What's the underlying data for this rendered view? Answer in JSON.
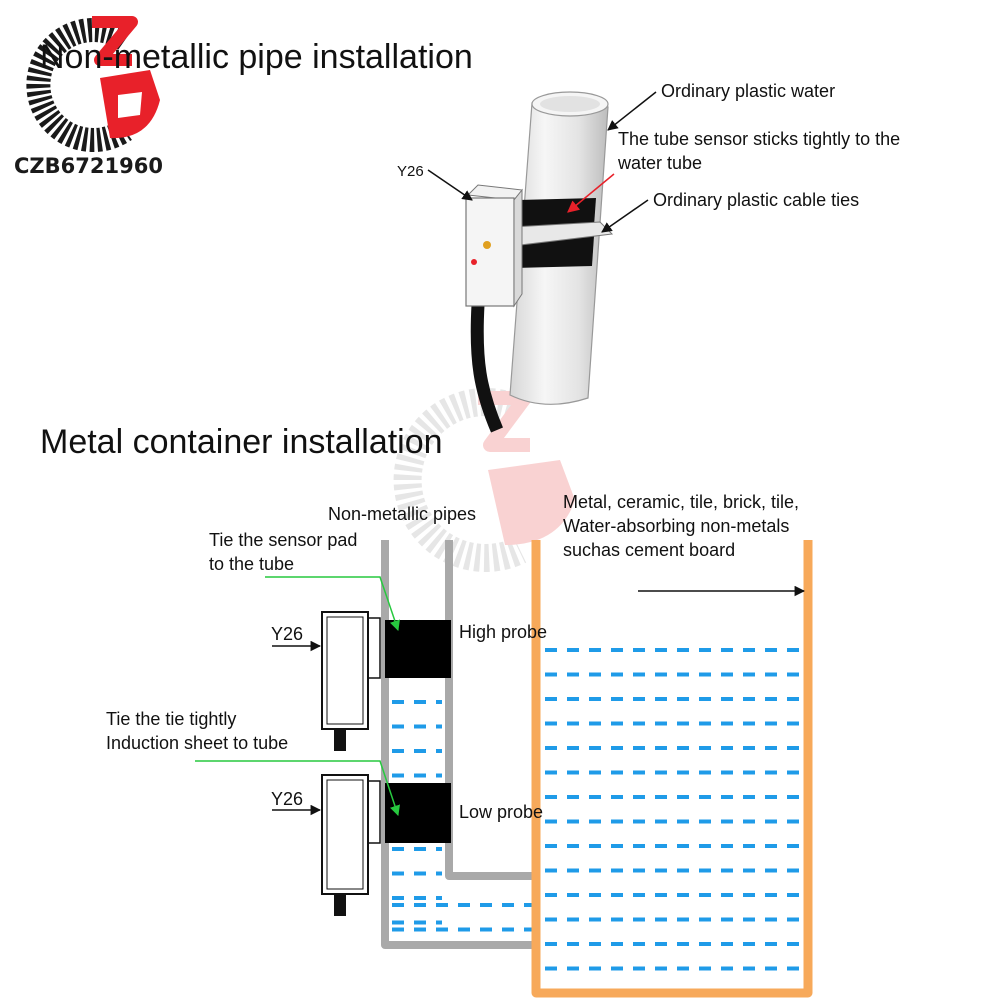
{
  "watermark": {
    "brand_text": "CZB6721960",
    "colors": {
      "red": "#e8212a",
      "dark": "#1a1a1a",
      "light": "#cccccc",
      "light_red": "#f4b0b0"
    }
  },
  "section_top": {
    "title": "Non-metallic pipe installation",
    "labels": {
      "pipe": "Ordinary plastic water",
      "sensor_line1": "The tube sensor sticks tightly to the",
      "sensor_line2": "water tube",
      "cable_ties": "Ordinary plastic cable ties",
      "model": "Y26"
    }
  },
  "section_bottom": {
    "title": "Metal container installation",
    "labels": {
      "pipes": "Non-metallic pipes",
      "material_line1": "Metal, ceramic, tile, brick, tile,",
      "material_line2": "Water-absorbing non-metals",
      "material_line3": "suchas cement board",
      "tie_pad_line1": "Tie the sensor pad",
      "tie_pad_line2": "to the tube",
      "tie_tight_line1": "Tie the tie tightly",
      "tie_tight_line2": "Induction sheet to tube",
      "model_high": "Y26",
      "model_low": "Y26",
      "high_probe": "High probe",
      "low_probe": "Low probe"
    }
  },
  "colors": {
    "container": "#f7a95a",
    "water": "#1f9be8",
    "pipe": "#a9a9a9",
    "pointer_green": "#27c93f",
    "pointer_red": "#e8212a",
    "pad": "#000000"
  }
}
